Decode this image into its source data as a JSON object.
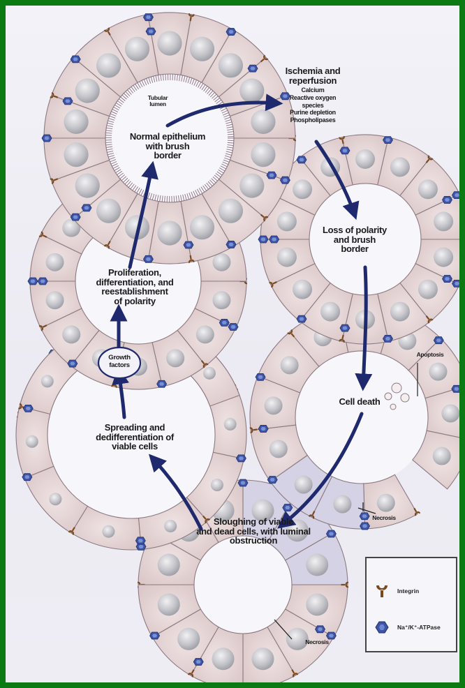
{
  "labels": {
    "tubular_lumen": "Tubular\nlumen",
    "normal_epithelium": "Normal epithelium\nwith brush\nborder",
    "ischemia_title": "Ischemia and\nreperfusion",
    "ischemia_factors": [
      "Calcium",
      "Reactive oxygen",
      "species",
      "Purine depletion",
      "Phospholipases"
    ],
    "loss_of_polarity": "Loss of polarity\nand brush\nborder",
    "cell_death": "Cell death",
    "apoptosis": "Apoptosis",
    "necrosis_right": "Necrosis",
    "sloughing": "Sloughing of viable\nand dead cells, with luminal\nobstruction",
    "necrosis_bottom": "Necrosis",
    "spreading": "Spreading and\ndedifferentiation of\nviable cells",
    "growth_factors": "Growth\nfactors",
    "proliferation": "Proliferation,\ndifferentiation, and\nreestablishment\nof polarity"
  },
  "legend": {
    "integrin": "Integrin",
    "atpase": "Na⁺/K⁺-ATPase"
  },
  "colors": {
    "border_green": "#0b7a12",
    "cell_fill": "#e7d8d8",
    "cell_outline": "#8b7a82",
    "nucleus": "#b9b9bf",
    "integrin": "#7a4a1e",
    "atpase": "#3c55a8",
    "arrow": "#1f2a6e",
    "necrotic_cell": "#d4d2e4"
  }
}
